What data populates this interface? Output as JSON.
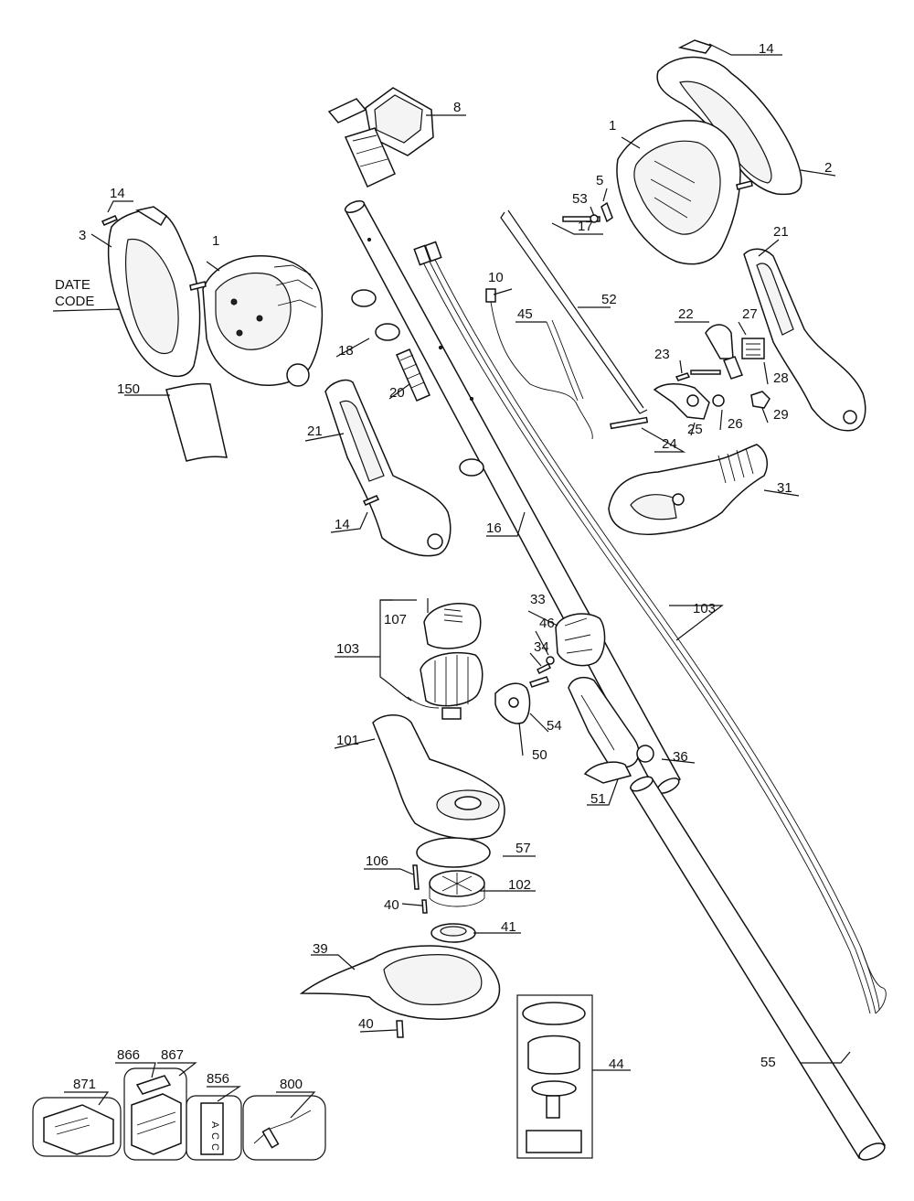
{
  "diagram": {
    "date_code_label": [
      "DATE",
      "CODE"
    ],
    "callouts": {
      "c14a": "14",
      "c14b": "14",
      "c14c": "14",
      "c1a": "1",
      "c1b": "1",
      "c2": "2",
      "c3": "3",
      "c5": "5",
      "c8": "8",
      "c10": "10",
      "c16": "16",
      "c17": "17",
      "c18": "18",
      "c20": "20",
      "c21a": "21",
      "c21b": "21",
      "c22": "22",
      "c23": "23",
      "c24": "24",
      "c25": "25",
      "c26": "26",
      "c27": "27",
      "c28": "28",
      "c29": "29",
      "c31": "31",
      "c33": "33",
      "c34": "34",
      "c36": "36",
      "c39": "39",
      "c40a": "40",
      "c40b": "40",
      "c41": "41",
      "c44": "44",
      "c45": "45",
      "c46": "46",
      "c50": "50",
      "c51": "51",
      "c52": "52",
      "c53": "53",
      "c54": "54",
      "c55": "55",
      "c57": "57",
      "c101": "101",
      "c102": "102",
      "c103a": "103",
      "c103b": "103",
      "c106": "106",
      "c107": "107",
      "c150": "150",
      "c800": "800",
      "c856": "856",
      "c866": "866",
      "c867": "867",
      "c871": "871"
    },
    "label_856": [
      "A",
      "C",
      "C"
    ]
  }
}
